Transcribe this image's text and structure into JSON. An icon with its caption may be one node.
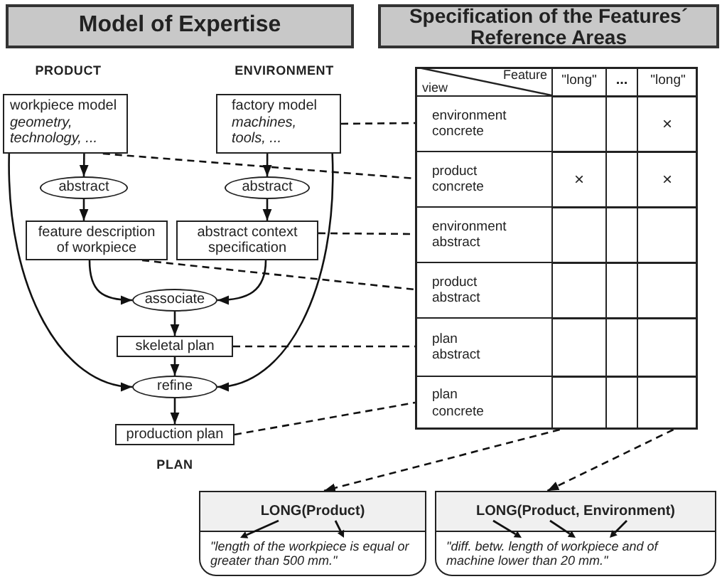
{
  "diagram": {
    "nodes": [
      {
        "text": [
          "Model of Expertise"
        ]
      },
      {
        "text": [
          "Specification of the Features´ Reference Areas"
        ]
      },
      {
        "text": [
          "workpiece model",
          "geometry, technology, ..."
        ]
      },
      {
        "text": [
          "factory model",
          "machines, tools, ..."
        ]
      },
      {
        "text": [
          "abstract"
        ]
      },
      {
        "text": [
          "abstract"
        ]
      },
      {
        "text": [
          "feature description of workpiece"
        ]
      },
      {
        "text": [
          "abstract context specification"
        ]
      },
      {
        "text": [
          "associate"
        ]
      },
      {
        "text": [
          "skeletal plan"
        ]
      },
      {
        "text": [
          "refine"
        ]
      },
      {
        "text": [
          "production plan"
        ]
      },
      {
        "text": [
          "\"long\""
        ]
      },
      {
        "text": [
          "\"long\""
        ]
      },
      {
        "text": [
          "environment concrete"
        ]
      },
      {
        "text": [
          "product concrete"
        ]
      },
      {
        "text": [
          "environment abstract"
        ]
      },
      {
        "text": [
          "product abstract"
        ]
      },
      {
        "text": [
          "plan abstract"
        ]
      },
      {
        "text": [
          "plan concrete"
        ]
      },
      {
        "text": [
          "LONG(Product)",
          "\"length of the workpiece is equal or greater than 500 mm.\""
        ]
      },
      {
        "text": [
          "LONG(Product, Environment)",
          "\"diff. betw. length of workpiece and of machine lower than 20 mm.\""
        ]
      }
    ],
    "edges": [
      {
        "from": 2,
        "to": 4,
        "arrow": "to"
      },
      {
        "from": 4,
        "to": 6,
        "arrow": "to"
      },
      {
        "from": 3,
        "to": 5,
        "arrow": "to"
      },
      {
        "from": 5,
        "to": 7,
        "arrow": "to"
      },
      {
        "from": 6,
        "to": 8,
        "arrow": "to"
      },
      {
        "from": 7,
        "to": 8,
        "arrow": "to"
      },
      {
        "from": 8,
        "to": 9,
        "arrow": "to"
      },
      {
        "from": 9,
        "to": 10,
        "arrow": "to"
      },
      {
        "from": 2,
        "to": 10,
        "arrow": "to"
      },
      {
        "from": 3,
        "to": 10,
        "arrow": "to"
      },
      {
        "from": 10,
        "to": 11,
        "arrow": "to"
      },
      {
        "from": 3,
        "to": 14,
        "arrow": "none",
        "style": "dashed"
      },
      {
        "from": 2,
        "to": 15,
        "arrow": "none",
        "style": "dashed"
      },
      {
        "from": 7,
        "to": 16,
        "arrow": "none",
        "style": "dashed"
      },
      {
        "from": 6,
        "to": 17,
        "arrow": "none",
        "style": "dashed"
      },
      {
        "from": 9,
        "to": 18,
        "arrow": "none",
        "style": "dashed"
      },
      {
        "from": 11,
        "to": 19,
        "arrow": "none",
        "style": "dashed"
      },
      {
        "from": 12,
        "to": 20,
        "arrow": "to",
        "style": "dashed"
      },
      {
        "from": 13,
        "to": 21,
        "arrow": "to",
        "style": "dashed"
      }
    ],
    "labels": [
      "PRODUCT",
      "ENVIRONMENT",
      "Feature",
      "view",
      "...",
      "×",
      "×",
      "×",
      "PLAN"
    ]
  }
}
